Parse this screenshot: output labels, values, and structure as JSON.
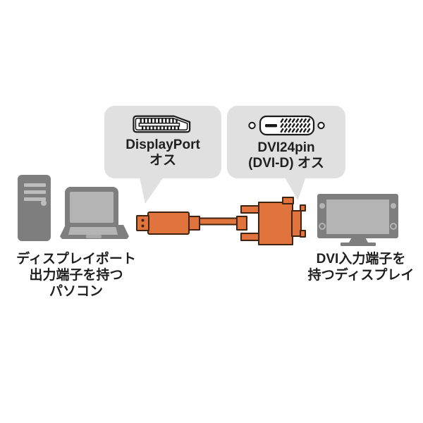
{
  "callout_displayport": {
    "title": "DisplayPort",
    "subtitle": "オス",
    "icon": "displayport-connector-icon"
  },
  "callout_dvi": {
    "title": "DVI24pin",
    "subtitle": "(DVI-D) オス",
    "icon": "dvi-24pin-connector-icon"
  },
  "label_pc": {
    "line1": "ディスプレイポート",
    "line2": "出力端子を持つ",
    "line3": "パソコン"
  },
  "label_display": {
    "line1": "DVI入力端子を",
    "line2": "持つディスプレイ"
  },
  "colors": {
    "bubble_gray": "#e0e0e0",
    "cable_orange": "#e0743c",
    "cable_outline": "#3f2412",
    "device_gray": "#7e7e7e",
    "device_light_gray": "#b4b4b4",
    "text_dark": "#1f1f1f",
    "icon_line": "#1a1a1a"
  }
}
